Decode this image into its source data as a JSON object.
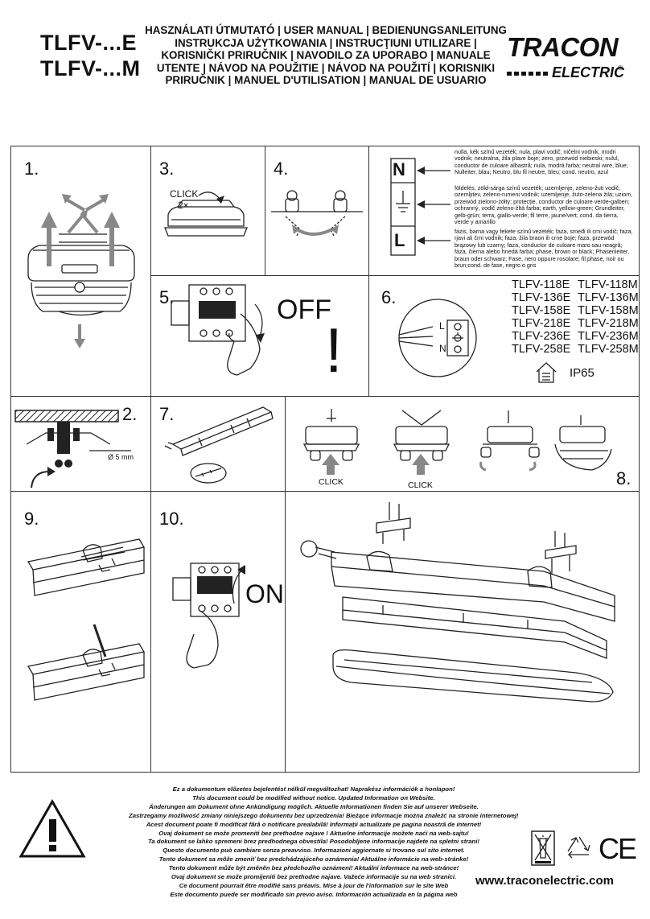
{
  "header": {
    "model_e": "TLFV-...E",
    "model_m": "TLFV-...M",
    "title_lines": [
      "HASZNÁLATI ÚTMUTATÓ | USER MANUAL | BEDIENUNGSANLEITUNG",
      "INSTRUKCJA UŻYTKOWANIA | INSTRUCŢIUNI UTILIZARE |",
      "KORISNIČKI PRIRUČNIK | NAVODILO ZA UPORABO | MANUALE",
      "UTENTE | NÁVOD NA POUŽITIE | NÁVOD NA POUŽITÍ | KORISNIKI",
      "PRIRUČNIK | MANUEL D'UTILISATION | MANUAL DE USUARIO"
    ],
    "logo_top": "TRACON",
    "logo_bottom": "ELECTRIC"
  },
  "steps": {
    "s1": "1.",
    "s2": "2.",
    "s3": "3.",
    "s4": "4.",
    "s5": "5.",
    "s6": "6.",
    "s7": "7.",
    "s8": "8.",
    "s9": "9.",
    "s10": "10."
  },
  "step3": {
    "click": "CLICK",
    "times": "2×"
  },
  "step2": {
    "diameter": "Ø 5 mm"
  },
  "step5": {
    "off": "OFF",
    "exclaim": "!"
  },
  "step10": {
    "on": "ON"
  },
  "step8": {
    "click1": "CLICK",
    "click2": "CLICK"
  },
  "wiring": {
    "N": "N",
    "L": "L",
    "neutral_text": "nulla, kék színű vezeték; nula, plavi vodič; ničelni vodnik, modri vodnik; neutralna, žila plave boje; zero, przewód niebieski; nulul, conductor de culoare albastră; nula, modrá farba; neutral wire, blue; Nulleiter, blau; Neutro, blu fil neutre, bleu; cond. neutro, azul",
    "earth_text": "földelés, zöld-sárga színű vezeték; uzemljenje, zeleno-žuti vodič; ozemljitev, zeleno-rumeni vodnik; uzemljenje, žuto-zelena žila; uziom, przewód zielono-żółty; protecție, conductor de culoare verde-galben; ochranný, vodič zeleno-žltá farba; earth, yellow-green; Grundleiter, gelb-grün; terra, giallo-verde; fil terre, jaune/vert; cond. da tierra, verde y amarillo",
    "phase_text": "fázis, barna vagy fekete színű vezeték; faza, smeđi ili crni vodič; faza, rjavi ali črni vodnik; faza, žila braon ili crne boje; faza, przewód brązowy lub czarny; faza, conductor de culoare maro sau neagră; fáza, čierna alebo hnedá farba; phase, brown or black; Phasenleiter, braun oder schwarz; Fase, nero oppure rosolare; fil phase, noir ou brun;cond. de fase, negro o gris"
  },
  "models": {
    "left": [
      "TLFV-118E",
      "TLFV-136E",
      "TLFV-158E",
      "TLFV-218E",
      "TLFV-236E",
      "TLFV-258E"
    ],
    "right": [
      "TLFV-118M",
      "TLFV-136M",
      "TLFV-158M",
      "TLFV-218M",
      "TLFV-236M",
      "TLFV-258M"
    ],
    "ip": "IP65"
  },
  "terminal": {
    "L": "L",
    "N": "N"
  },
  "footer": {
    "lines": [
      "Ez a dokumentum előzetes bejelentést nélkül megváltozhat! Naprakész információk a honlapon!",
      "This document could be modified without notice. Updated Information on Website.",
      "Änderungen am Dokument ohne Ankündigung möglich. Aktuelle Informationen finden Sie auf unserer Webseite.",
      "Zastrzegamy możliwość zmiany niniejszego dokumentu bez uprzedzenia! Bieżące informacje można znaleźć na stronie internetowej!",
      "Acest document poate fi modificat fără o notificare prealabilă! Informații actualizate pe pagina noastră de internet!",
      "Ovaj dokument se može promeniti bez prethodne najave ! Aktuelne informacije možete naći na web-sajtu!",
      "Ta dokument se lahko spremeni brez predhodnega obvestila! Posodobljene informacije  najdete na spletni strani!",
      "Questo documento può cambiare senza preavviso. Informazioni aggiornate si trovano sul sito internet.",
      "Tento dokument sa môže zmeniť bez predchádzajúceho oznámenia! Aktuálne informácie na web-stránke!",
      "Tento dokument může být změněn bez předchozího oznámení! Aktuální informace na web-stránce!",
      "Ovaj dokument se može promijeniti bez prethodne najave. Važeće informacije su na web stranici.",
      "Ce document pourrait être modifié sans préavis. Mise à jour de l'information sur le site Web",
      "Este documento puede ser modificado sin previo aviso. Información actualizada en la página web"
    ],
    "website": "www.traconelectric.com",
    "ce": "CE"
  }
}
